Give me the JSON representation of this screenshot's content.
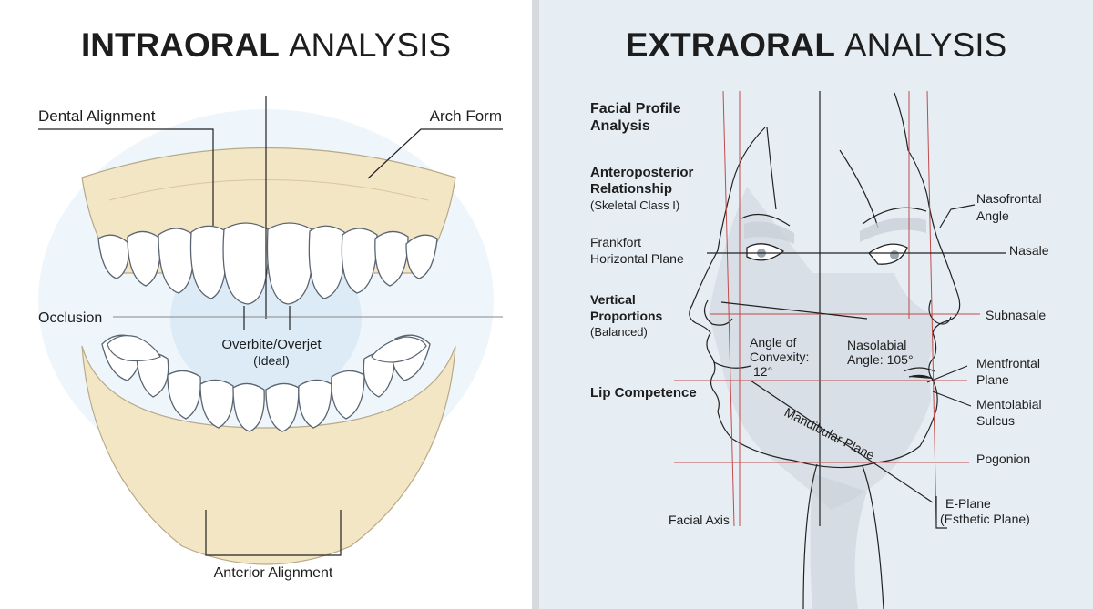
{
  "left": {
    "title_strong": "INTRAORAL",
    "title_light": "ANALYSIS",
    "labels": {
      "dental_alignment": "Dental Alignment",
      "arch_form": "Arch Form",
      "occlusion": "Occlusion",
      "overbite_line1": "Overbite/Overjet",
      "overbite_line2": "(Ideal)",
      "anterior_alignment": "Anterior Alignment"
    }
  },
  "right": {
    "title_strong": "EXTRAORAL",
    "title_light": "ANALYSIS",
    "labels": {
      "facial_profile_1": "Facial Profile",
      "facial_profile_2": "Analysis",
      "antero_1": "Anteroposterior",
      "antero_2": "Relationship",
      "antero_3": "(Skeletal Class I)",
      "frankfort_1": "Frankfort",
      "frankfort_2": "Horizontal Plane",
      "vertical_1": "Vertical",
      "vertical_2": "Proportions",
      "vertical_3": "(Balanced)",
      "lip_competence": "Lip Competence",
      "facial_axis": "Facial Axis",
      "convexity_1": "Angle of",
      "convexity_2": "Convexity:",
      "convexity_3": "12°",
      "nasolabial_1": "Nasolabial",
      "nasolabial_2": "Angle: 105°",
      "mandibular_plane": "Mandibular Plane",
      "nasofrontal_1": "Nasofrontal",
      "nasofrontal_2": "Angle",
      "nasale": "Nasale",
      "subnasale": "Subnasale",
      "mentfrontal_1": "Mentfrontal",
      "mentfrontal_2": "Plane",
      "mentolabial_1": "Mentolabial",
      "mentolabial_2": "Sulcus",
      "pogonion": "Pogonion",
      "eplane_1": "E-Plane",
      "eplane_2": "(Esthetic Plane)"
    }
  },
  "colors": {
    "gum": "#f3e6c4",
    "tooth": "#ffffff",
    "tooth_stroke": "#5a6470",
    "highlight": "#dcebf6",
    "face_shade": "#c9d0d8",
    "ref_line": "#c24a4a"
  }
}
